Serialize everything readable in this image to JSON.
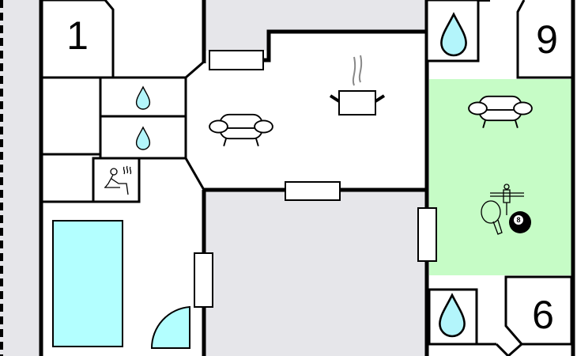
{
  "rooms": {
    "room_1_label": "1",
    "room_9_label": "9",
    "room_6_label": "6"
  },
  "icons": {
    "billiard_ball_number": "8",
    "list": [
      "water-drop-icon",
      "sofa-icon",
      "cooking-pot-icon",
      "sauna-icon",
      "foosball-icon",
      "ping-pong-icon",
      "billiard-ball-icon",
      "pool-icon",
      "door-icon"
    ]
  },
  "colors": {
    "outside": "#e6e6ea",
    "wall": "#000000",
    "water": "#b3f5fb",
    "pool": "#b3ffff",
    "recreation": "#c6fcc6"
  }
}
